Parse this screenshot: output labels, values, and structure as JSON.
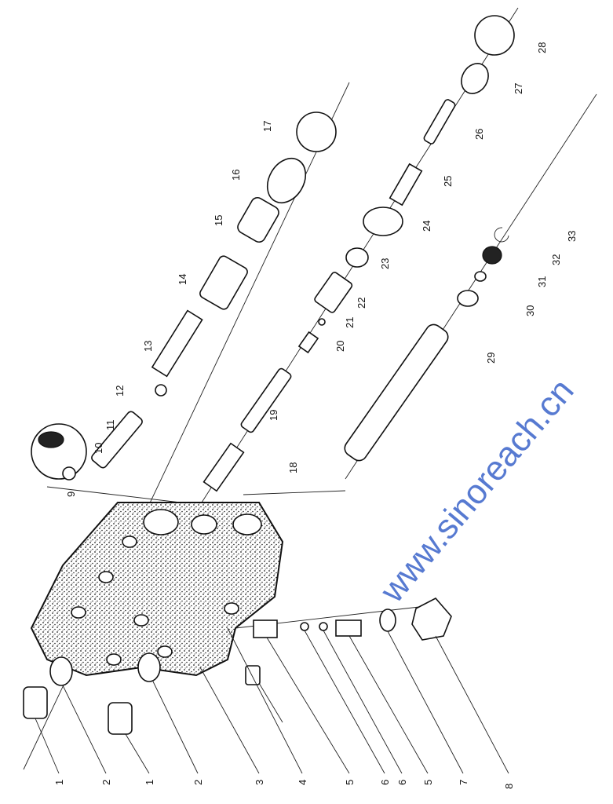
{
  "diagram": {
    "title": "Valve assembly exploded view",
    "watermark": "www.sinoreach.cn",
    "labels": {
      "b1a": "1",
      "b2a": "2",
      "b1b": "1",
      "b2b": "2",
      "b3": "3",
      "b4": "4",
      "b5a": "5",
      "b6a": "6",
      "b6b": "6",
      "b5b": "5",
      "b7": "7",
      "b8": "8",
      "p9": "9",
      "p10": "10",
      "p11": "11",
      "p12": "12",
      "p13": "13",
      "p14": "14",
      "p15": "15",
      "p16": "16",
      "p17": "17",
      "p18": "18",
      "p19": "19",
      "p20": "20",
      "p21": "21",
      "p22": "22",
      "p23": "23",
      "p24": "24",
      "p25": "25",
      "p26": "26",
      "p27": "27",
      "p28": "28",
      "p29": "29",
      "p30": "30",
      "p31": "31",
      "p32": "32",
      "p33": "33"
    }
  }
}
